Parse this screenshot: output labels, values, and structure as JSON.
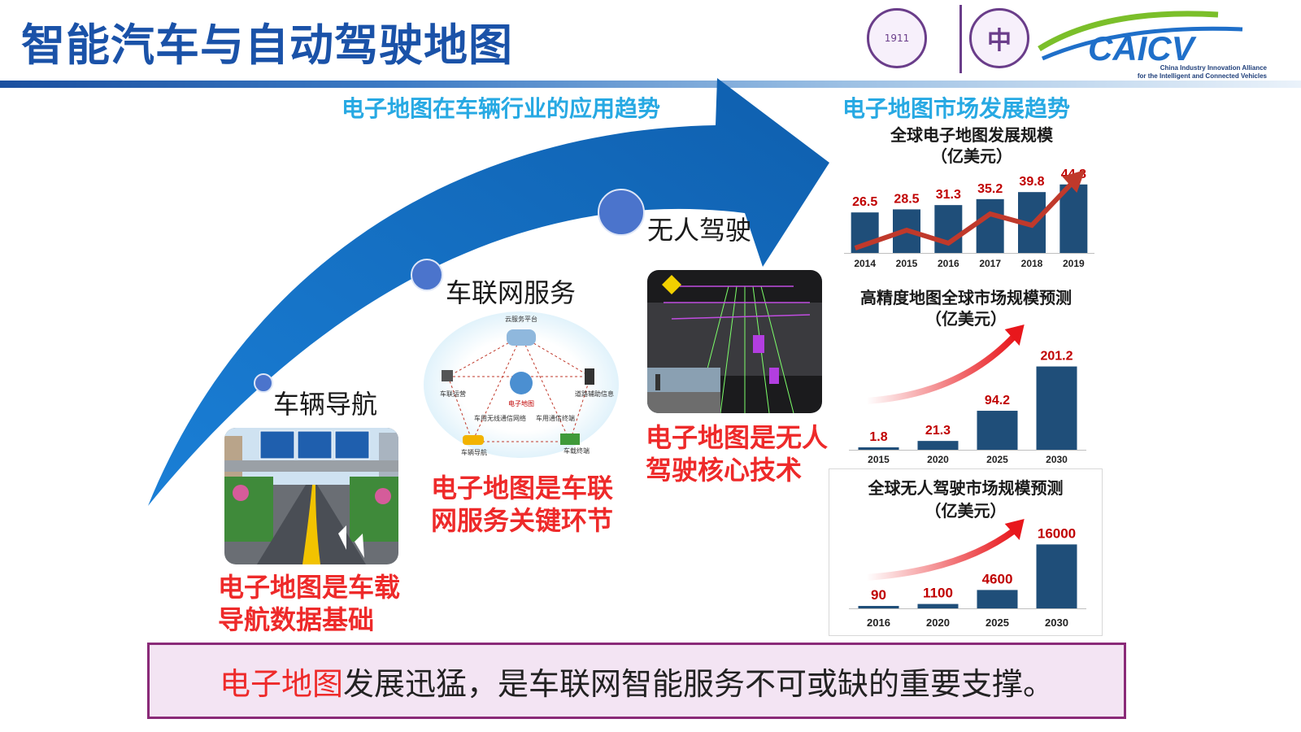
{
  "slide": {
    "title": "智能汽车与自动驾驶地图"
  },
  "logos": {
    "seal1_text": "1911",
    "seal2_text": "中",
    "caicv_text": "CAICV",
    "caicv_line1": "China Industry Innovation Alliance",
    "caicv_line2": "for the Intelligent and Connected Vehicles",
    "brand_purple": "#6a3d8a",
    "brand_green": "#7bbf2a",
    "brand_blue": "#1f6fc9"
  },
  "trend": {
    "heading": "电子地图在车辆行业的应用趋势",
    "stages": [
      {
        "label": "车辆导航",
        "caption_line1": "电子地图是车载",
        "caption_line2": "导航数据基础"
      },
      {
        "label": "车联网服务",
        "caption_line1": "电子地图是车联",
        "caption_line2": "网服务关键环节"
      },
      {
        "label": "无人驾驶",
        "caption_line1": "电子地图是无人",
        "caption_line2": "驾驶核心技术"
      }
    ],
    "network_nodes": [
      "云服务平台",
      "车联运营",
      "电子地图",
      "道路辅助信息",
      "车用无线通信网络",
      "车载终端",
      "车用通信终端",
      "车辆导航"
    ],
    "arrow_color": "#1565c0"
  },
  "market": {
    "heading": "电子地图市场发展趋势"
  },
  "chart_data": [
    {
      "type": "bar",
      "title": "全球电子地图发展规模",
      "subtitle": "（亿美元）",
      "categories": [
        "2014",
        "2015",
        "2016",
        "2017",
        "2018",
        "2019"
      ],
      "values": [
        26.5,
        28.5,
        31.3,
        35.2,
        39.8,
        44.8
      ],
      "ylim": [
        0,
        50
      ],
      "bar_color": "#1f4e79",
      "label_color": "#c00000",
      "trend_arrow": "zigzag"
    },
    {
      "type": "bar",
      "title": "高精度地图全球市场规模预测",
      "subtitle": "（亿美元）",
      "categories": [
        "2015",
        "2020",
        "2025",
        "2030"
      ],
      "values": [
        1.8,
        21.3,
        94.2,
        201.2
      ],
      "ylim": [
        0,
        220
      ],
      "bar_color": "#1f4e79",
      "label_color": "#c00000",
      "trend_arrow": "curve"
    },
    {
      "type": "bar",
      "title": "全球无人驾驶市场规模预测",
      "subtitle": "（亿美元）",
      "categories": [
        "2016",
        "2020",
        "2025",
        "2030"
      ],
      "values": [
        90,
        1100,
        4600,
        16000
      ],
      "ylim": [
        0,
        17500
      ],
      "bar_color": "#1f4e79",
      "label_color": "#c00000",
      "trend_arrow": "curve"
    }
  ],
  "banner": {
    "highlight": "电子地图",
    "rest": "发展迅猛，是车联网智能服务不可或缺的重要支撑。"
  }
}
